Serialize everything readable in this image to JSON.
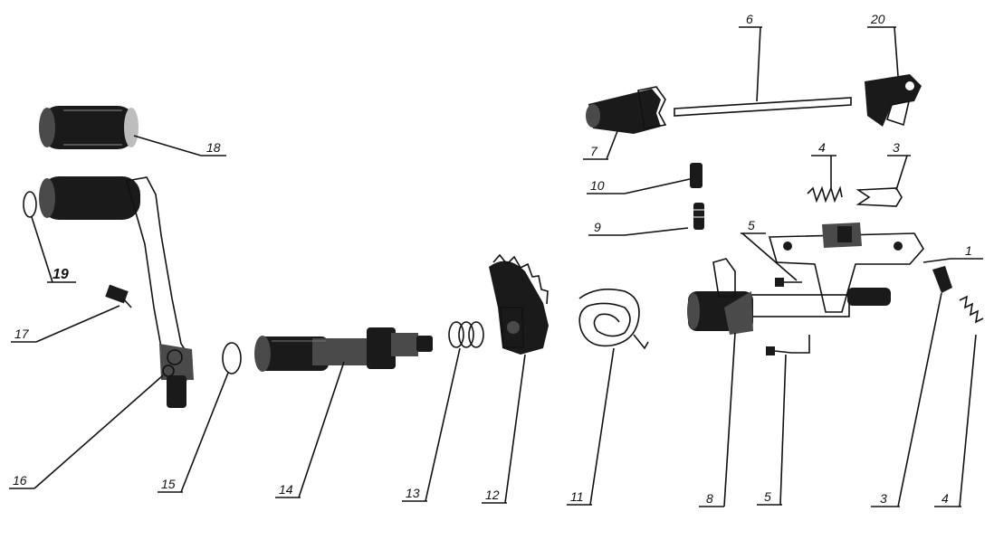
{
  "labels": {
    "l1": "1",
    "l3a": "3",
    "l3b": "3",
    "l4a": "4",
    "l4b": "4",
    "l5a": "5",
    "l5b": "5",
    "l6": "6",
    "l7": "7",
    "l8": "8",
    "l9": "9",
    "l10": "10",
    "l11": "11",
    "l12": "12",
    "l13": "13",
    "l14": "14",
    "l15": "15",
    "l16": "16",
    "l17": "17",
    "l18": "18",
    "l19": "19",
    "l20": "20"
  }
}
